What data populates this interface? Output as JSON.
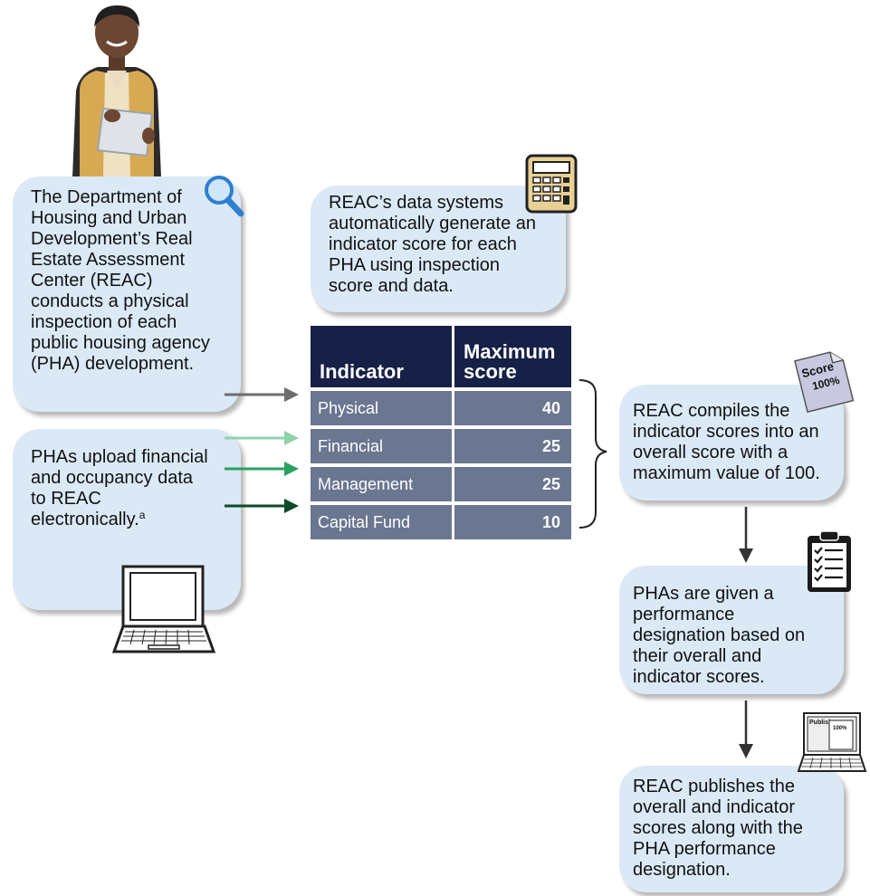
{
  "steps": {
    "inspection": "The Department of\nHousing and Urban\nDevelopment’s Real\nEstate Assessment\nCenter (REAC)\nconducts a physical\ninspection of each\npublic housing agency\n(PHA) development.",
    "upload": "PHAs upload financial\nand occupancy data\nto REAC\nelectronically.",
    "upload_note": "a",
    "generate": "REAC’s data systems\nautomatically generate an\nindicator score for each\nPHA using inspection\nscore and data.",
    "compile": "REAC compiles the\nindicator scores into an\noverall score with a\nmaximum value of 100.",
    "designation": "PHAs are given a\nperformance\ndesignation based on\ntheir overall and\nindicator scores.",
    "publish": "REAC publishes the\noverall and indicator\nscores along with the\nPHA performance\ndesignation."
  },
  "table": {
    "headers": [
      "Indicator",
      "Maximum\nscore"
    ],
    "rows": [
      {
        "indicator": "Physical",
        "max": "40"
      },
      {
        "indicator": "Financial",
        "max": "25"
      },
      {
        "indicator": "Management",
        "max": "25"
      },
      {
        "indicator": "Capital Fund",
        "max": "10"
      }
    ]
  },
  "icons": {
    "score_sheet_line1": "Score",
    "score_sheet_line2": "100%",
    "laptop_screen_word": "Publish",
    "laptop_screen_pct": "100%",
    "names": [
      "person-icon",
      "magnifier-icon",
      "calculator-icon",
      "laptop-icon",
      "score-sheet-icon",
      "clipboard-checklist-icon",
      "publish-laptop-icon"
    ]
  },
  "colors": {
    "box_fill": "#dbe9f7",
    "table_header": "#172147",
    "table_row": "#6b7690",
    "arrow_physical": "#6d6d6d",
    "arrow_financial": "#8fd3ab",
    "arrow_management": "#2aa062",
    "arrow_capital": "#0d4a2c"
  }
}
